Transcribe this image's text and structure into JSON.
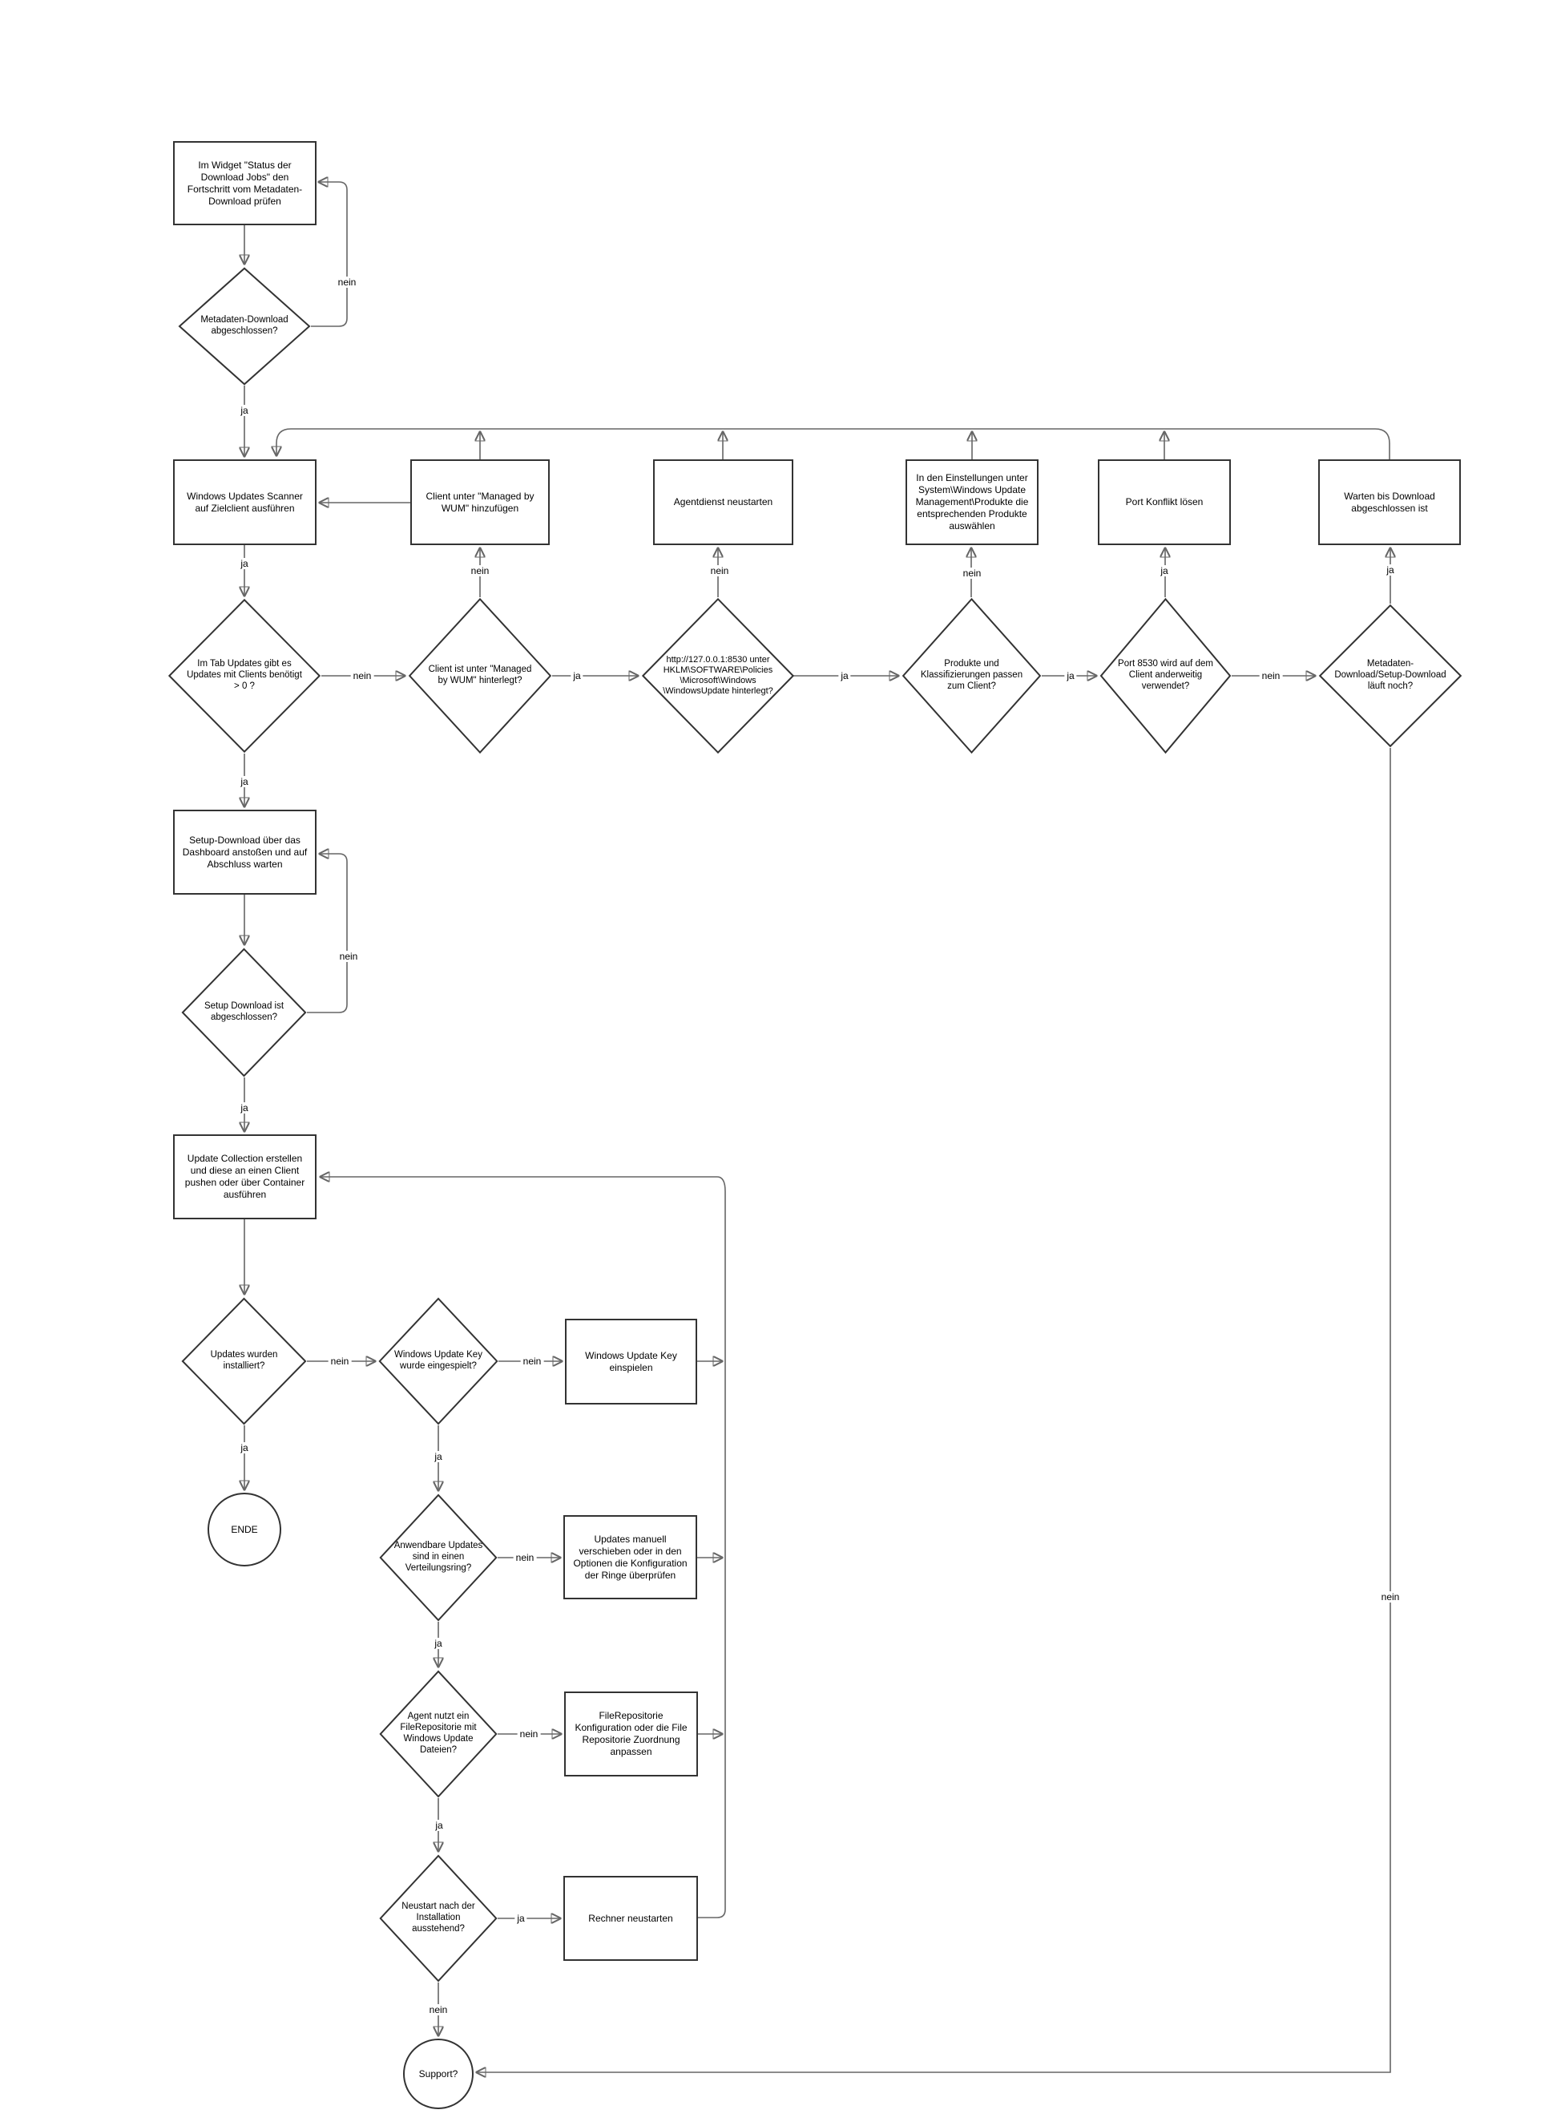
{
  "nodes": {
    "b_widget_status": {
      "text": "Im Widget \"Status der Download Jobs\" den Fortschritt vom Metadaten-Download prüfen"
    },
    "b_scanner": {
      "text": "Windows Updates Scanner auf Zielclient ausführen"
    },
    "b_client_hinzufuegen": {
      "text": "Client unter \"Managed by WUM\" hinzufügen"
    },
    "b_agentdienst": {
      "text": "Agentdienst neustarten"
    },
    "b_einstellungen": {
      "text": "In den Einstellungen unter System\\Windows Update Management\\Produkte die entsprechenden Produkte auswählen"
    },
    "b_port_konflikt": {
      "text": "Port Konflikt lösen"
    },
    "b_warten": {
      "text": "Warten bis Download abgeschlossen ist"
    },
    "b_setup_download": {
      "text": "Setup-Download über das Dashboard anstoßen und auf Abschluss warten"
    },
    "b_update_collection": {
      "text": "Update Collection erstellen und diese an einen Client pushen oder über Container ausführen"
    },
    "b_wuk_einspielen": {
      "text": "Windows Update Key einspielen"
    },
    "b_updates_manuell": {
      "text": "Updates manuell verschieben oder in den Optionen die Konfiguration der Ringe überprüfen"
    },
    "b_filerepo_konfig": {
      "text": "FileRepositorie Konfiguration oder die File Repositorie Zuordnung anpassen"
    },
    "b_rechner_neustarten": {
      "text": "Rechner neustarten"
    },
    "d_metadaten": {
      "text": "Metadaten-Download abgeschlossen?"
    },
    "d_tab_updates": {
      "text": "Im Tab Updates gibt es Updates mit Clients benötigt > 0 ?"
    },
    "d_client_hinterlegt": {
      "text": "Client ist unter \"Managed by WUM\" hinterlegt?"
    },
    "d_registry": {
      "text": "http://127.0.0.1:8530 unter HKLM\\SOFTWARE\\Policies \\Microsoft\\Windows \\WindowsUpdate hinterlegt?"
    },
    "d_produkte": {
      "text": "Produkte und Klassifizierungen passen zum Client?"
    },
    "d_port8530": {
      "text": "Port 8530 wird auf dem Client anderweitig verwendet?"
    },
    "d_download_laeuft": {
      "text": "Metadaten-Download/Setup-Download läuft noch?"
    },
    "d_setup_abgeschlossen": {
      "text": "Setup Download ist abgeschlossen?"
    },
    "d_updates_installiert": {
      "text": "Updates wurden installiert?"
    },
    "d_wuk_eingespielt": {
      "text": "Windows Update Key wurde eingespielt?"
    },
    "d_verteilungsring": {
      "text": "Anwendbare Updates sind in einen Verteilungsring?"
    },
    "d_filerepo": {
      "text": "Agent nutzt ein FileRepositorie mit Windows Update Dateien?"
    },
    "d_neustart": {
      "text": "Neustart nach der Installation ausstehend?"
    },
    "t_ende": {
      "text": "ENDE"
    },
    "t_support": {
      "text": "Support?"
    }
  },
  "edge_labels": [
    {
      "text": "nein"
    },
    {
      "text": "ja"
    },
    {
      "text": "ja"
    },
    {
      "text": "nein"
    },
    {
      "text": "ja"
    },
    {
      "text": "ja"
    },
    {
      "text": "ja"
    },
    {
      "text": "nein"
    },
    {
      "text": "nein"
    },
    {
      "text": "nein"
    },
    {
      "text": "nein"
    },
    {
      "text": "ja"
    },
    {
      "text": "ja"
    },
    {
      "text": "ja"
    },
    {
      "text": "nein"
    },
    {
      "text": "ja"
    },
    {
      "text": "nein"
    },
    {
      "text": "ja"
    },
    {
      "text": "nein"
    },
    {
      "text": "ja"
    },
    {
      "text": "nein"
    },
    {
      "text": "ja"
    },
    {
      "text": "nein"
    },
    {
      "text": "ja"
    },
    {
      "text": "ja"
    },
    {
      "text": "nein"
    },
    {
      "text": "nein"
    }
  ]
}
